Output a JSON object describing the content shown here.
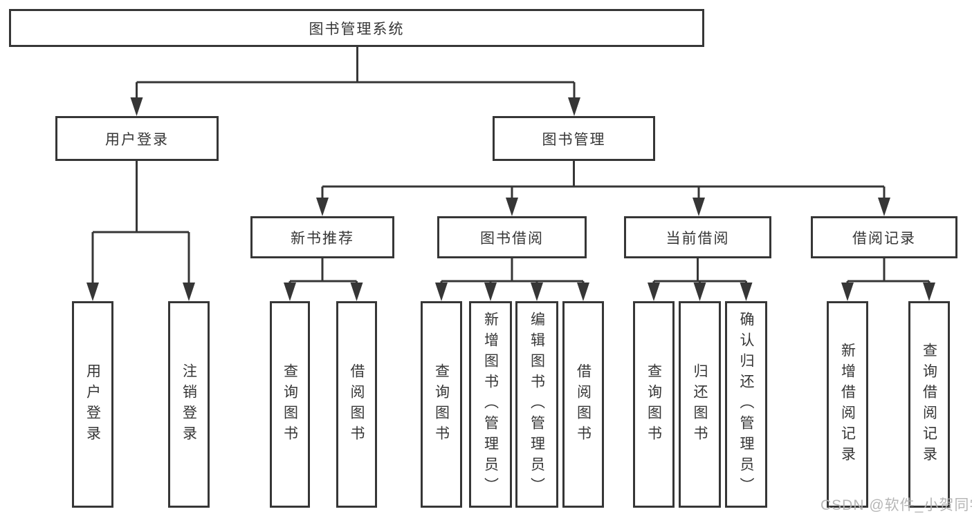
{
  "diagram": {
    "root": {
      "label": "图书管理系统",
      "children": [
        {
          "label": "用户登录",
          "children": [
            {
              "label": "用户登录"
            },
            {
              "label": "注销登录"
            }
          ]
        },
        {
          "label": "图书管理",
          "children": [
            {
              "label": "新书推荐",
              "children": [
                {
                  "label": "查询图书"
                },
                {
                  "label": "借阅图书"
                }
              ]
            },
            {
              "label": "图书借阅",
              "children": [
                {
                  "label": "查询图书"
                },
                {
                  "label": "新增图书（管理员）"
                },
                {
                  "label": "编辑图书（管理员）"
                },
                {
                  "label": "借阅图书"
                }
              ]
            },
            {
              "label": "当前借阅",
              "children": [
                {
                  "label": "查询图书"
                },
                {
                  "label": "归还图书"
                },
                {
                  "label": "确认归还（管理员）"
                }
              ]
            },
            {
              "label": "借阅记录",
              "children": [
                {
                  "label": "新增借阅记录"
                },
                {
                  "label": "查询借阅记录"
                }
              ]
            }
          ]
        }
      ]
    }
  },
  "watermark": {
    "text": "CSDN @软件_小贺同学"
  },
  "colors": {
    "background": "#ffffff",
    "box_fill": "#ffffff",
    "box_border": "#363636",
    "line": "#363636",
    "text": "#363636",
    "watermark": "#b2b2b2"
  }
}
